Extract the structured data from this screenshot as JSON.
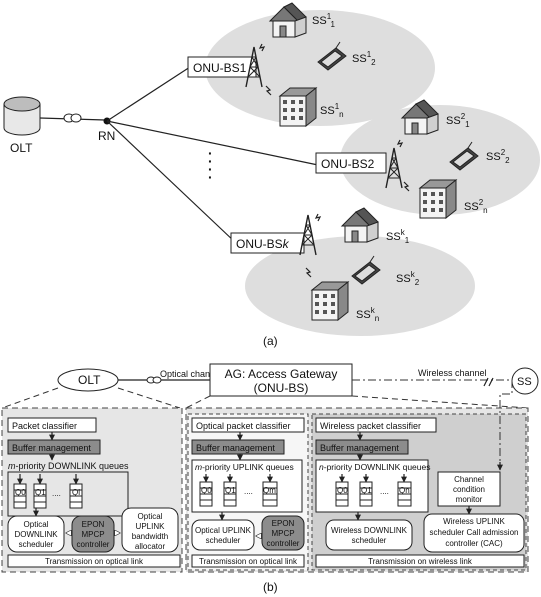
{
  "part_a": {
    "caption": "(a)",
    "olt": "OLT",
    "rn": "RN",
    "dots": "·\n·\n·\n·",
    "onu_nodes": [
      {
        "base": "ONU-BS",
        "index": "1",
        "ss": [
          [
            "SS",
            "1",
            "1"
          ],
          [
            "SS",
            "1",
            "2"
          ],
          [
            "SS",
            "1",
            "n"
          ]
        ]
      },
      {
        "base": "ONU-BS",
        "index": "2",
        "ss": [
          [
            "SS",
            "2",
            "1"
          ],
          [
            "SS",
            "2",
            "2"
          ],
          [
            "SS",
            "2",
            "n"
          ]
        ]
      },
      {
        "base": "ONU-BS",
        "index": "k",
        "ss": [
          [
            "SS",
            "k",
            "1"
          ],
          [
            "SS",
            "k",
            "2"
          ],
          [
            "SS",
            "k",
            "n"
          ]
        ]
      }
    ]
  },
  "part_b": {
    "caption": "(b)",
    "olt": "OLT",
    "optical_channel": "Optical channel",
    "ag_line1": "AG: Access Gateway",
    "ag_line2": "(ONU-BS)",
    "wireless_channel": "Wireless channel",
    "ss": "SS",
    "olt_panel": {
      "classifier": "Packet classifier",
      "buffer": "Buffer management",
      "queues_prefix": "m",
      "queues_label": "-priority DOWNLINK queues",
      "queue_names": [
        "Q0",
        "Q1",
        "....",
        "Ql"
      ],
      "scheduler": [
        "Optical",
        "DOWNLINK",
        "scheduler"
      ],
      "mpcp": [
        "EPON",
        "MPCP",
        "controller"
      ],
      "allocator": [
        "Optical",
        "UPLINK",
        "bandwidth",
        "allocator"
      ],
      "transmission": "Transmission on optical link"
    },
    "ag_optical_panel": {
      "classifier": "Optical packet classifier",
      "buffer": "Buffer management",
      "queues_prefix": "m",
      "queues_label": "-priority UPLINK queues",
      "queue_names": [
        "Q0",
        "Q1",
        "....",
        "Qm"
      ],
      "scheduler": [
        "Optical UPLINK",
        "scheduler"
      ],
      "mpcp": [
        "EPON",
        "MPCP",
        "controller"
      ],
      "transmission": "Transmission on optical link"
    },
    "ag_wireless_panel": {
      "classifier": "Wireless packet classifier",
      "buffer": "Buffer management",
      "queues_prefix": "n",
      "queues_label": "-priority DOWNLINK queues",
      "queue_names": [
        "Q0",
        "Q1",
        "....",
        "Qn"
      ],
      "monitor": [
        "Channel",
        "condition",
        "monitor"
      ],
      "scheduler": [
        "Wireless DOWNLINK",
        "scheduler"
      ],
      "uplink_cac": [
        "Wireless UPLINK",
        "scheduler Call admission",
        "controller (CAC)"
      ],
      "transmission": "Transmission on wireless link"
    }
  }
}
